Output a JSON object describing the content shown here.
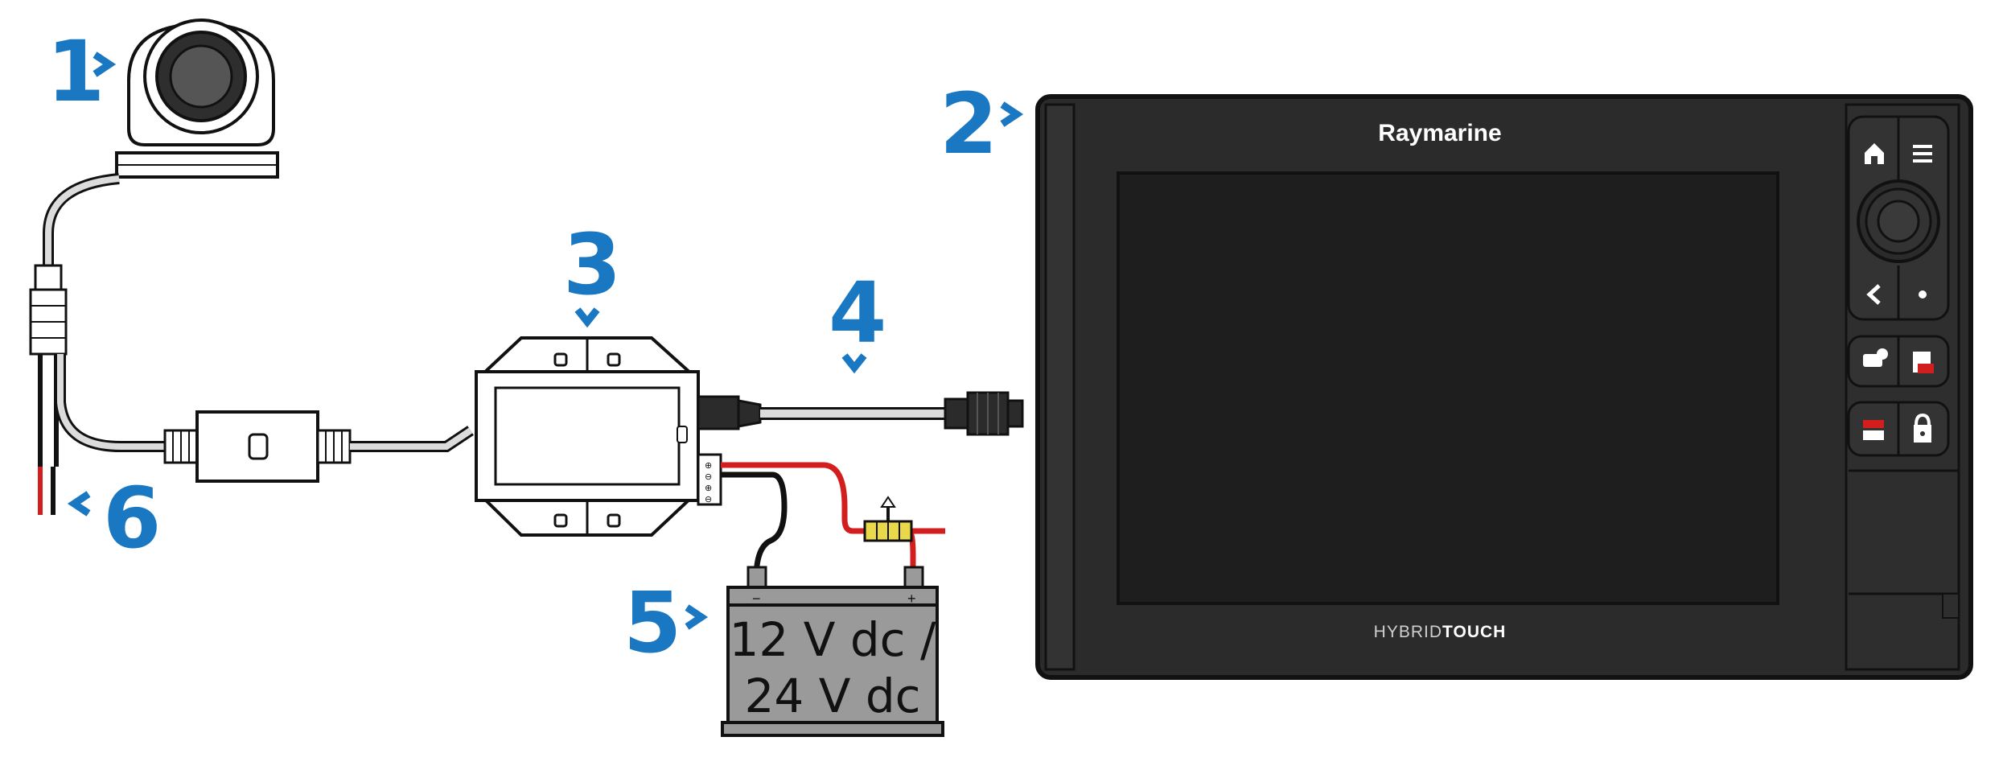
{
  "callouts": [
    {
      "id": "1",
      "label": "1"
    },
    {
      "id": "2",
      "label": "2"
    },
    {
      "id": "3",
      "label": "3"
    },
    {
      "id": "4",
      "label": "4"
    },
    {
      "id": "5",
      "label": "5"
    },
    {
      "id": "6",
      "label": "6"
    }
  ],
  "display": {
    "brand": "Raymarine",
    "model_logo_light": "HYBRID",
    "model_logo_bold": "TOUCH"
  },
  "battery": {
    "line1": "12 V dc /",
    "line2": "24 V dc",
    "negative_terminal": "−",
    "positive_terminal": "+"
  },
  "junction_box": {
    "terminal_labels": [
      "⊕",
      "⊖",
      "⊕",
      "⊖"
    ]
  },
  "colors": {
    "callout": "#1a78c2",
    "outline": "#111111",
    "display_body": "#2b2b2b",
    "screen": "#1e1e1e",
    "battery": "#9a9a9a",
    "cable_red": "#d21e1e",
    "fuse": "#e8d84a"
  }
}
